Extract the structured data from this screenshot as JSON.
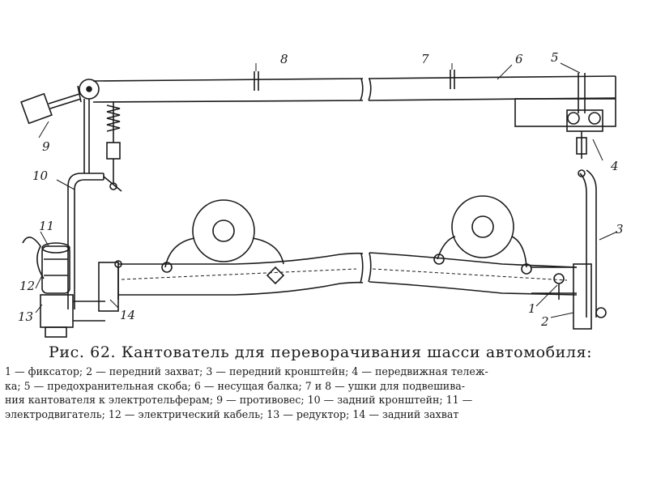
{
  "figure": {
    "callouts": [
      {
        "id": "c1",
        "text": "1"
      },
      {
        "id": "c2",
        "text": "2"
      },
      {
        "id": "c3",
        "text": "3"
      },
      {
        "id": "c4",
        "text": "4"
      },
      {
        "id": "c5",
        "text": "5"
      },
      {
        "id": "c6",
        "text": "6"
      },
      {
        "id": "c7",
        "text": "7"
      },
      {
        "id": "c8",
        "text": "8"
      },
      {
        "id": "c9",
        "text": "9"
      },
      {
        "id": "c10",
        "text": "10"
      },
      {
        "id": "c11",
        "text": "11"
      },
      {
        "id": "c12",
        "text": "12"
      },
      {
        "id": "c13",
        "text": "13"
      },
      {
        "id": "c14",
        "text": "14"
      }
    ]
  },
  "caption": {
    "title": "Рис. 62. Кантователь для переворачивания шасси автомобиля:",
    "legend_lines": [
      "1 — фиксатор; 2 — передний захват; 3 — передний кронштейн; 4 — передвижная тележ-",
      "ка; 5 — предохранительная скоба; 6 — несущая балка; 7 и 8 — ушки для подвешива-",
      "ния кантователя к электротельферам; 9 — противовес; 10 — задний кронштейн; 11 —",
      "электродвигатель;   12 — электрический кабель;   13 — редуктор;   14 — задний захват"
    ]
  },
  "colors": {
    "ink": "#1a1a1a",
    "paper": "#ffffff"
  }
}
